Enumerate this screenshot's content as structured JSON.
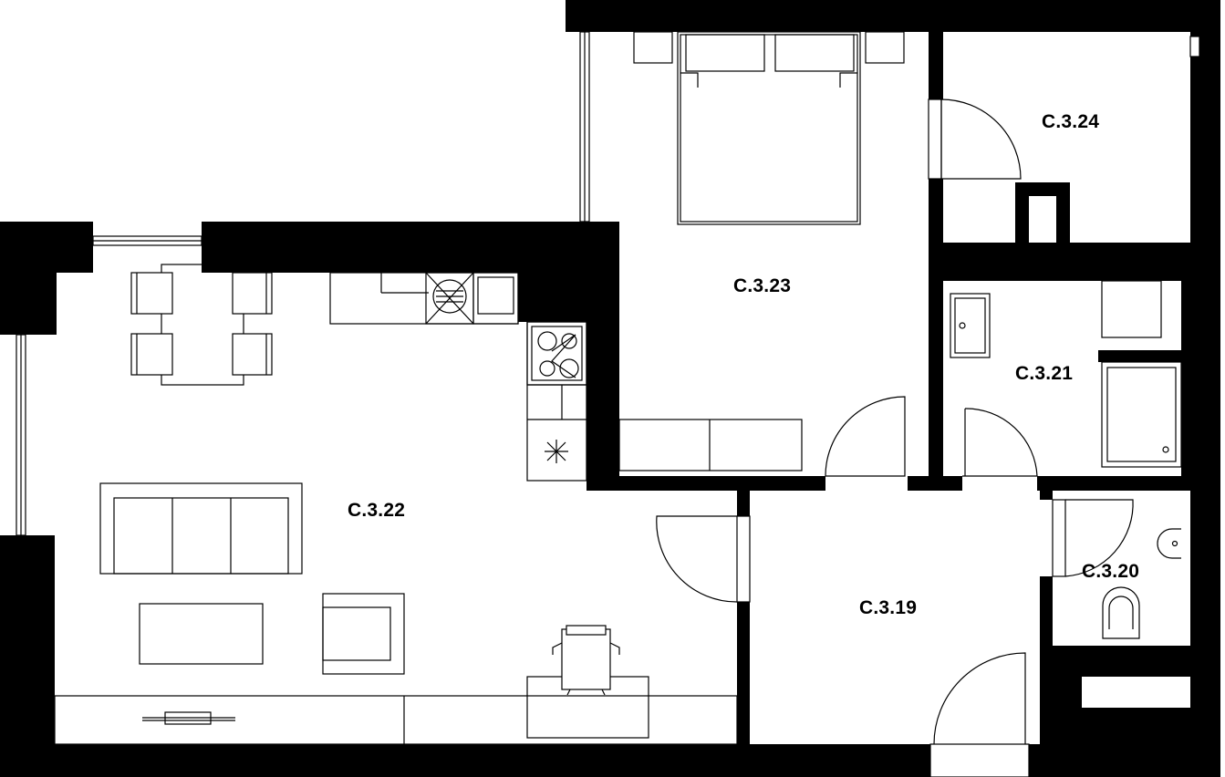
{
  "plan": {
    "rooms": [
      {
        "id": "C.3.24",
        "label": "C.3.24"
      },
      {
        "id": "C.3.23",
        "label": "C.3.23"
      },
      {
        "id": "C.3.21",
        "label": "C.3.21"
      },
      {
        "id": "C.3.22",
        "label": "C.3.22"
      },
      {
        "id": "C.3.20",
        "label": "C.3.20"
      },
      {
        "id": "C.3.19",
        "label": "C.3.19"
      }
    ]
  },
  "colors": {
    "wall": "#000000",
    "line": "#000000",
    "background": "#ffffff"
  },
  "icons": [
    "bed-icon",
    "sofa-icon",
    "armchair-icon",
    "coffee-table-icon",
    "dining-table-icon",
    "kitchen-sink-icon",
    "washing-machine-icon",
    "stove-icon",
    "fridge-icon",
    "desk-icon",
    "office-chair-icon",
    "bathtub-icon",
    "washbasin-icon",
    "toilet-icon",
    "tv-icon",
    "shaft-icon"
  ]
}
